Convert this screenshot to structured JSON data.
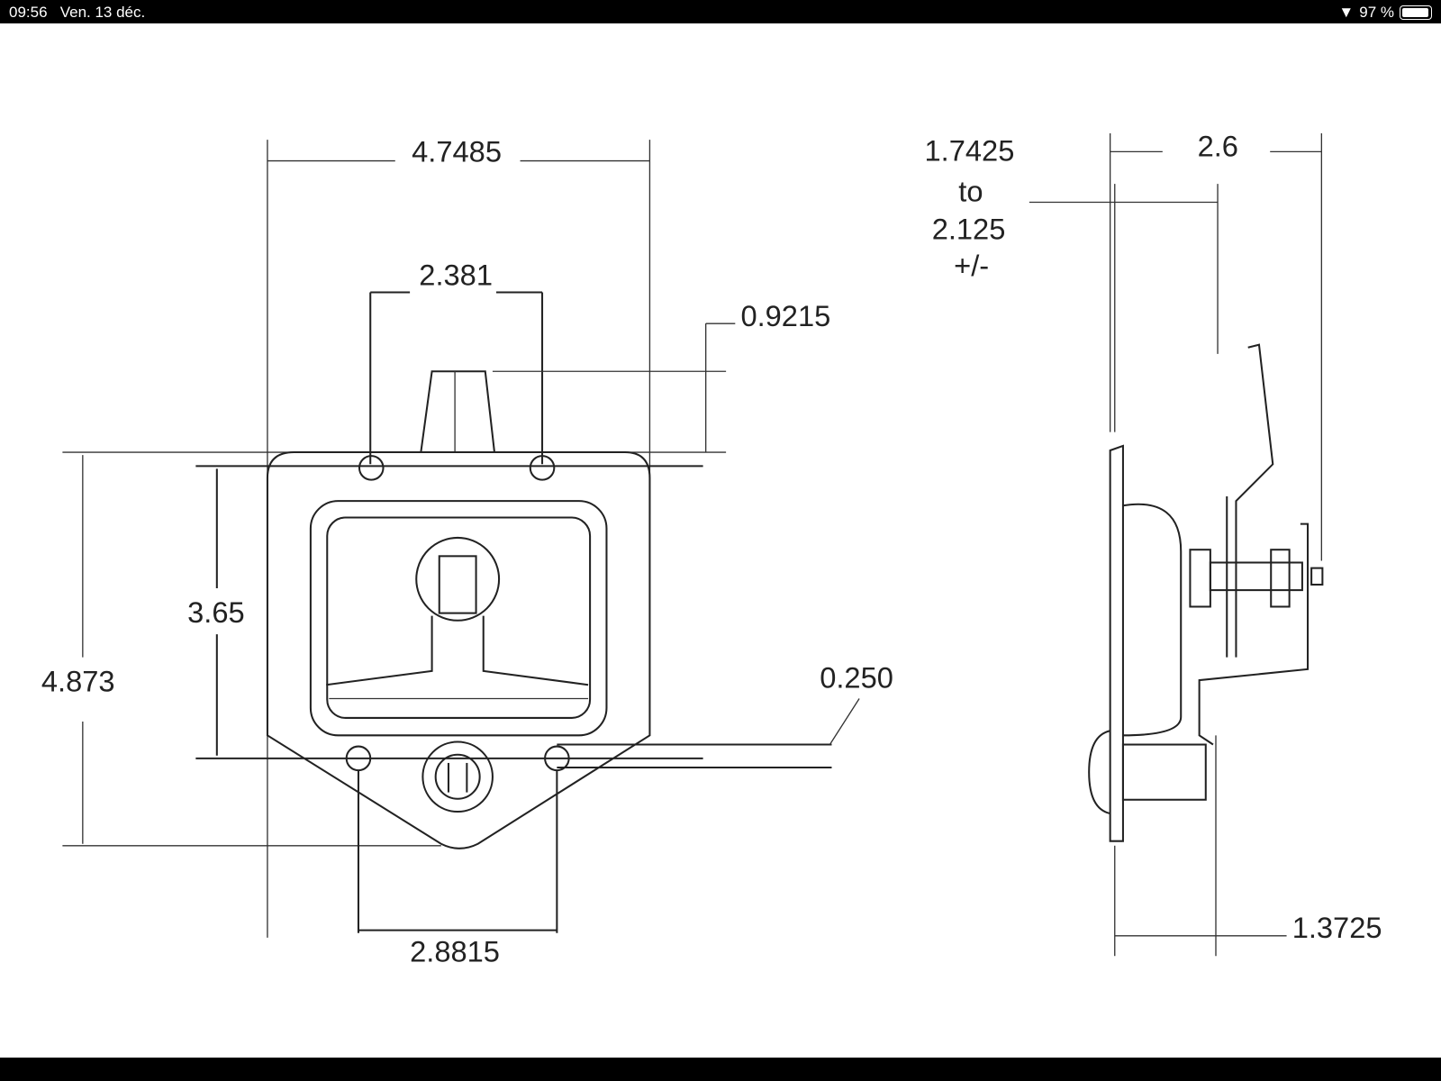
{
  "status_bar": {
    "time": "09:56",
    "date": "Ven. 13 déc.",
    "battery": "97 %",
    "battery_level": 0.97,
    "wifi_icon": "wifi-icon"
  },
  "drawing": {
    "front_view": {
      "overall_width": "4.7485",
      "top_hole_spacing": "2.381",
      "handle_height": "0.9215",
      "hole_vertical_spacing": "3.65",
      "overall_height": "4.873",
      "hole_diameter": "0.250",
      "bottom_hole_spacing": "2.8815"
    },
    "side_view": {
      "overall_depth": "2.6",
      "adjustable_range_line1": "1.7425",
      "adjustable_range_line2": "to",
      "adjustable_range_line3": "2.125",
      "adjustable_range_line4": "+/-",
      "flange_depth": "1.3725"
    }
  }
}
